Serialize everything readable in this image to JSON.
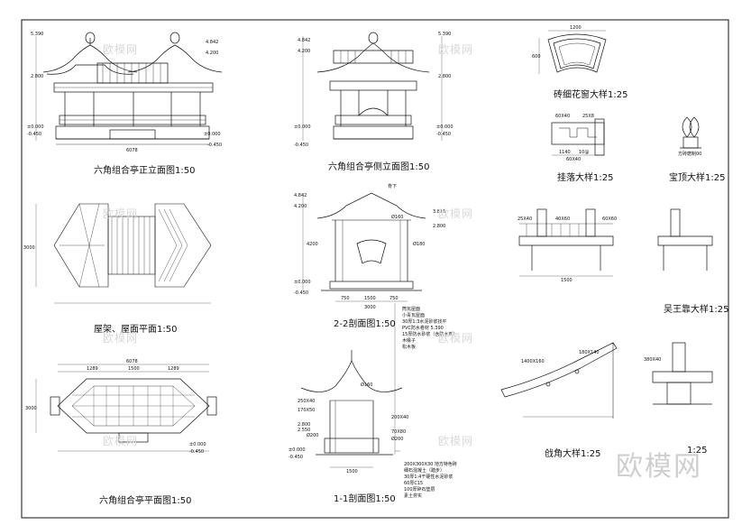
{
  "captions": {
    "front_elevation": "六角组合亭正立面图1:50",
    "side_elevation": "六角组合亭侧立面图1:50",
    "brick_window": "砖细花窗大样1:25",
    "hanging_fascia": "挂落大样1:25",
    "finial": "宝顶大样1:25",
    "roof_frame_plan": "屋架、屋面平面1:50",
    "section_22": "2-2剖面图1:50",
    "wuwang_seat": "吴王靠大样1:25",
    "plan": "六角组合亭平面图1:50",
    "section_11": "1-1剖面图1:50",
    "eave_corner": "戗角大样1:25",
    "cut_caption": "1:25"
  },
  "dims": {
    "front_top": "5.390",
    "front_top_r": "4.842",
    "front_r2": "4.200",
    "front_mid": "2.800",
    "front_zero": "±0.000",
    "front_neg": "-0.450",
    "front_width": "6078",
    "front_base_r": "±0.000",
    "front_neg_r": "-0.450",
    "side_top_l": "4.842",
    "side_top_l2": "4.200",
    "side_top_r": "5.390",
    "side_mid": "2.800",
    "side_zero": "±0.000",
    "side_neg": "-0.450",
    "side_zero_r": "±0.000",
    "side_neg_r": "-0.450",
    "window_w": "1200",
    "window_h": "600",
    "fascia_a": "60X40",
    "fascia_b": "25X8",
    "fascia_w": "1140",
    "fascia_c": "10@",
    "fascia_d": "60X40",
    "finial_note": "方砖磨制00",
    "plan_roof_h": "3000",
    "s22_top": "4.842",
    "s22_top2": "4.200",
    "s22_a": "3.815",
    "s22_b": "2.800",
    "s22_zero": "±0.000",
    "s22_neg": "-0.450",
    "s22_w1": "750",
    "s22_w2": "1500",
    "s22_w3": "750",
    "s22_total": "3000",
    "s22_phi1": "Ø160",
    "s22_phi2": "Ø180",
    "s22_h": "4200",
    "s22_top_label": "脊下",
    "seat_a": "25X40",
    "seat_b": "40X60",
    "seat_c": "60X60",
    "seat_w": "1500",
    "plan_top": "6078",
    "plan_d1": "1289",
    "plan_d2": "1500",
    "plan_d3": "1289",
    "plan_h": "3000",
    "plan_zero": "±0.000",
    "plan_neg": "-0.450",
    "s11_phi": "Ø160",
    "s11_a": "250X40",
    "s11_b": "170X50",
    "s11_c": "Ø200",
    "s11_zero": "±0.000",
    "s11_neg": "-0.450",
    "s11_w": "1500",
    "s11_r1": "200X40",
    "s11_r2": "70X80",
    "s11_r3": "Ø200",
    "s11_e1": "2.800",
    "s11_e2": "2.550",
    "eave_a": "1400X160",
    "eave_b": "180X140",
    "eave_c": "380X40"
  },
  "notes": {
    "s11_layers_top": [
      "筒瓦屋面",
      "小青瓦屋面",
      "30厚1:3水泥砂浆找平",
      "PVC防水卷材 5.390",
      "15厚防水砂浆（含防水剂）",
      "木椽子",
      "松木板"
    ],
    "s11_layers_bottom": [
      "200X300X30 地方特色砖",
      "细石混凝土（踏步）",
      "30厚1:4干硬性水泥砂浆",
      "60厚C15",
      "100厚碎石垫层",
      "素土夯实"
    ]
  },
  "watermark": "欧模网",
  "logo": "欧模网",
  "colors": {
    "line": "#111111",
    "watermark": "#d9d9d9",
    "logo": "#cfcfcf"
  }
}
